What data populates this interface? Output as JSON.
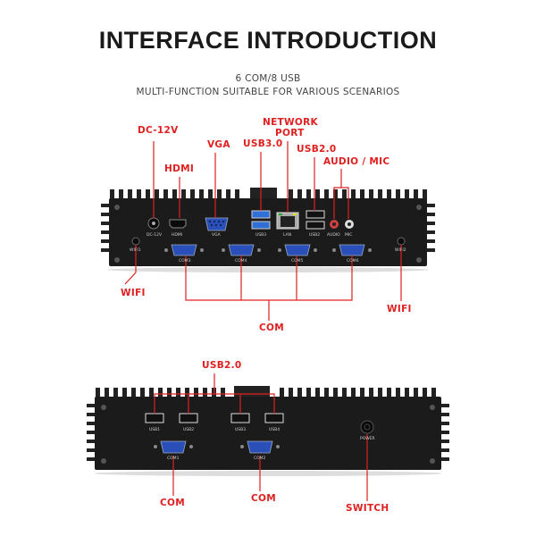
{
  "header": {
    "title": "INTERFACE INTRODUCTION",
    "subtitle1": "6 COM/8 USB",
    "subtitle2": "MULTI-FUNCTION SUITABLE FOR VARIOUS SCENARIOS"
  },
  "front_panel": {
    "callouts": {
      "dc": "DC-12V",
      "hdmi": "HDMI",
      "vga": "VGA",
      "usb30": "USB3.0",
      "network_line1": "NETWORK",
      "network_line2": "PORT",
      "usb20": "USB2.0",
      "audio": "AUDIO / MIC",
      "wifi_left": "WIFI",
      "wifi_right": "WIFI",
      "com": "COM"
    },
    "port_labels": {
      "dc": "DC-12V",
      "hdmi": "HDMI",
      "vga": "VGA",
      "usb3": "USB3",
      "lan": "LAN",
      "usb2": "USB2",
      "audio": "AUDIO",
      "mic": "MIC",
      "wifi1": "WIFI1",
      "wifi2": "WIFI2",
      "com3": "COM3",
      "com4": "COM4",
      "com5": "COM5",
      "com6": "COM6"
    }
  },
  "back_panel": {
    "callouts": {
      "usb20": "USB2.0",
      "com_left": "COM",
      "com_right": "COM",
      "switch": "SWITCH"
    },
    "port_labels": {
      "usb1": "USB1",
      "usb2": "USB2",
      "usb3": "USB3",
      "usb4": "USB4",
      "com1": "COM1",
      "com2": "COM2",
      "power": "POWER"
    }
  },
  "colors": {
    "callout_red": "#e02020",
    "chassis": "#1b1b1b",
    "vga_blue": "#2a4fb8",
    "usb3_blue": "#2f6fd6"
  }
}
